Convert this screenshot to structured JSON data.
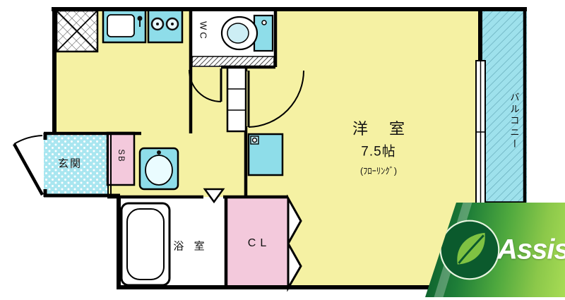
{
  "rooms": {
    "main": {
      "name": "洋 室",
      "size": "7.5帖",
      "floor": "(ﾌﾛｰﾘﾝｸﾞ)"
    },
    "balcony": {
      "name": "バルコニー"
    },
    "wc": {
      "name": "WC"
    },
    "entrance": {
      "name": "玄関"
    },
    "shoebox": {
      "name": "SB"
    },
    "bath": {
      "name": "浴 室"
    },
    "closet": {
      "name": "CL"
    }
  },
  "logo": {
    "brand": "Assist"
  },
  "colors": {
    "floor_yellow": "#F5F1A3",
    "fixture_cyan": "#8EDDE9",
    "entrance_tile_cyan": "#A9E6F0",
    "storage_pink": "#F3C9DC",
    "wall_black": "#000000",
    "logo_green_dark": "#0B5A2D",
    "logo_green_light": "#7FC242"
  }
}
